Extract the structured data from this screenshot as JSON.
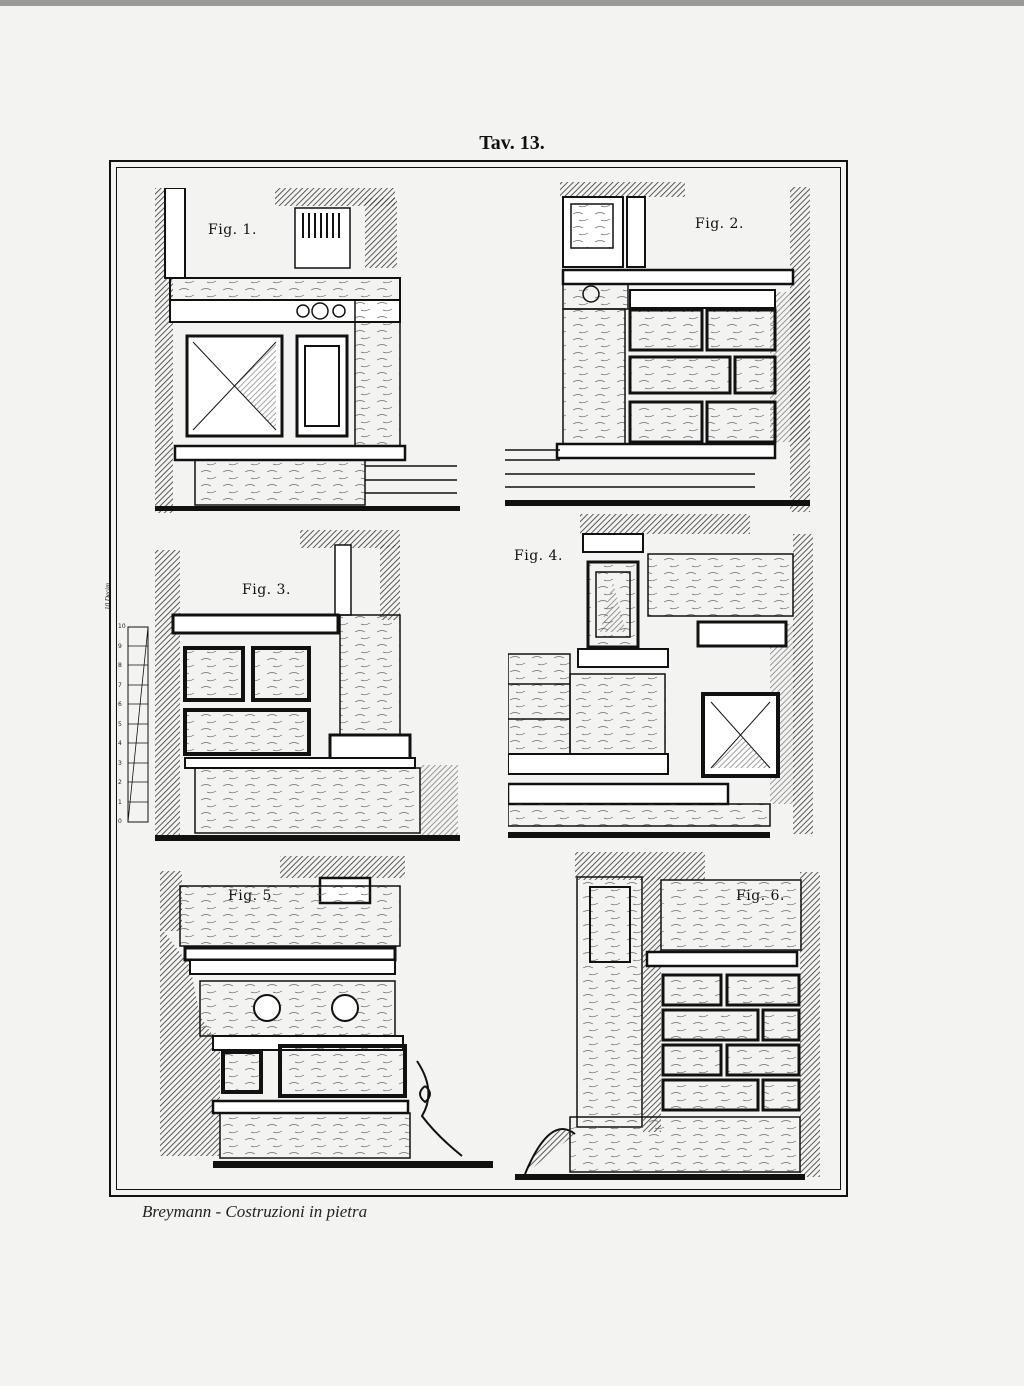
{
  "plate": {
    "title": "Tav. 13."
  },
  "figures": [
    {
      "id": "fig1",
      "label": "Fig. 1."
    },
    {
      "id": "fig2",
      "label": "Fig. 2."
    },
    {
      "id": "fig3",
      "label": "Fig. 3."
    },
    {
      "id": "fig4",
      "label": "Fig. 4."
    },
    {
      "id": "fig5",
      "label": "Fig. 5"
    },
    {
      "id": "fig6",
      "label": "Fig. 6."
    }
  ],
  "scale": {
    "label": "10 Decim.",
    "ticks": [
      "0",
      "1",
      "2",
      "3",
      "4",
      "5",
      "6",
      "7",
      "8",
      "9",
      "10"
    ]
  },
  "caption": "Breymann - Costruzioni in pietra"
}
